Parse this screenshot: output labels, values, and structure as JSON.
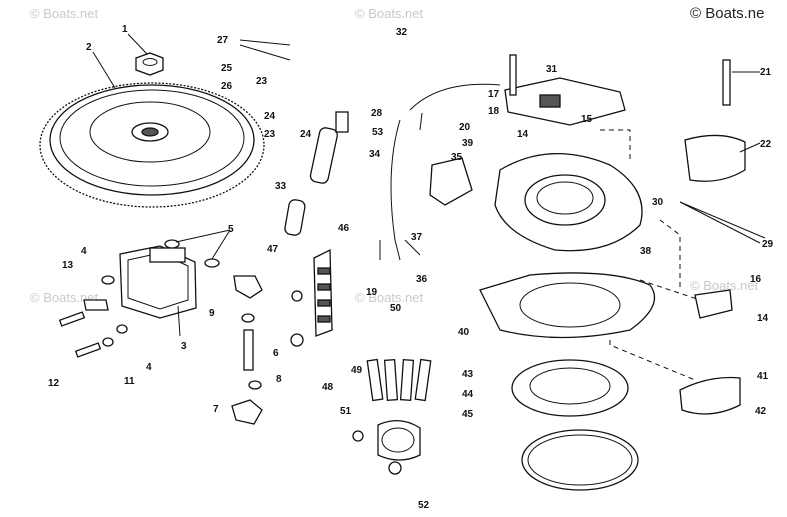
{
  "watermarks": [
    "© Boats.net",
    "© Boats.net",
    "© Boats.net",
    "© Boats.net",
    "© Boats.net"
  ],
  "brand": "© Boats.ne",
  "callouts": [
    "1",
    "2",
    "3",
    "4",
    "4",
    "5",
    "6",
    "7",
    "8",
    "9",
    "11",
    "12",
    "13",
    "14",
    "14",
    "15",
    "16",
    "17",
    "18",
    "19",
    "20",
    "21",
    "22",
    "23",
    "23",
    "24",
    "24",
    "25",
    "26",
    "27",
    "28",
    "29",
    "30",
    "31",
    "32",
    "33",
    "34",
    "35",
    "36",
    "37",
    "38",
    "39",
    "40",
    "41",
    "42",
    "43",
    "44",
    "45",
    "46",
    "47",
    "48",
    "49",
    "50",
    "51",
    "52",
    "53"
  ]
}
